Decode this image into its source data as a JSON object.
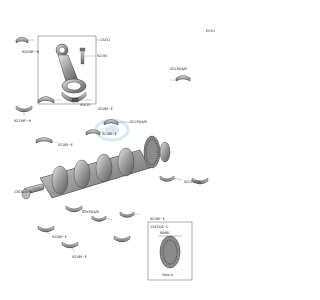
{
  "diagram_code": "E051",
  "labels": {
    "p13251": "13251",
    "p92150": "92150",
    "p92015": "92015",
    "p92028F_H": "92028F~H",
    "p92139F_H": "92139F~H",
    "p92139_AB_upper": "92139/A/B",
    "p92139_AB_mid": "92139/A/B",
    "p92139_AB_right": "92139/A/B",
    "p92139_AB_lower": "92139/A/B",
    "p92180_E_a": "92180~E",
    "p92180_E_b": "92180~E",
    "p92180_E_c": "92180~E",
    "p92180_E_d": "92180~E",
    "p92180_E_e": "92180~E",
    "p92180_E_f": "92180~E",
    "p13031_AC_left": "13031/A~C",
    "p13031_AC_right": "13031/A~C",
    "mark": "MARK",
    "view_a": "View A"
  },
  "watermark": "Kawasaki"
}
